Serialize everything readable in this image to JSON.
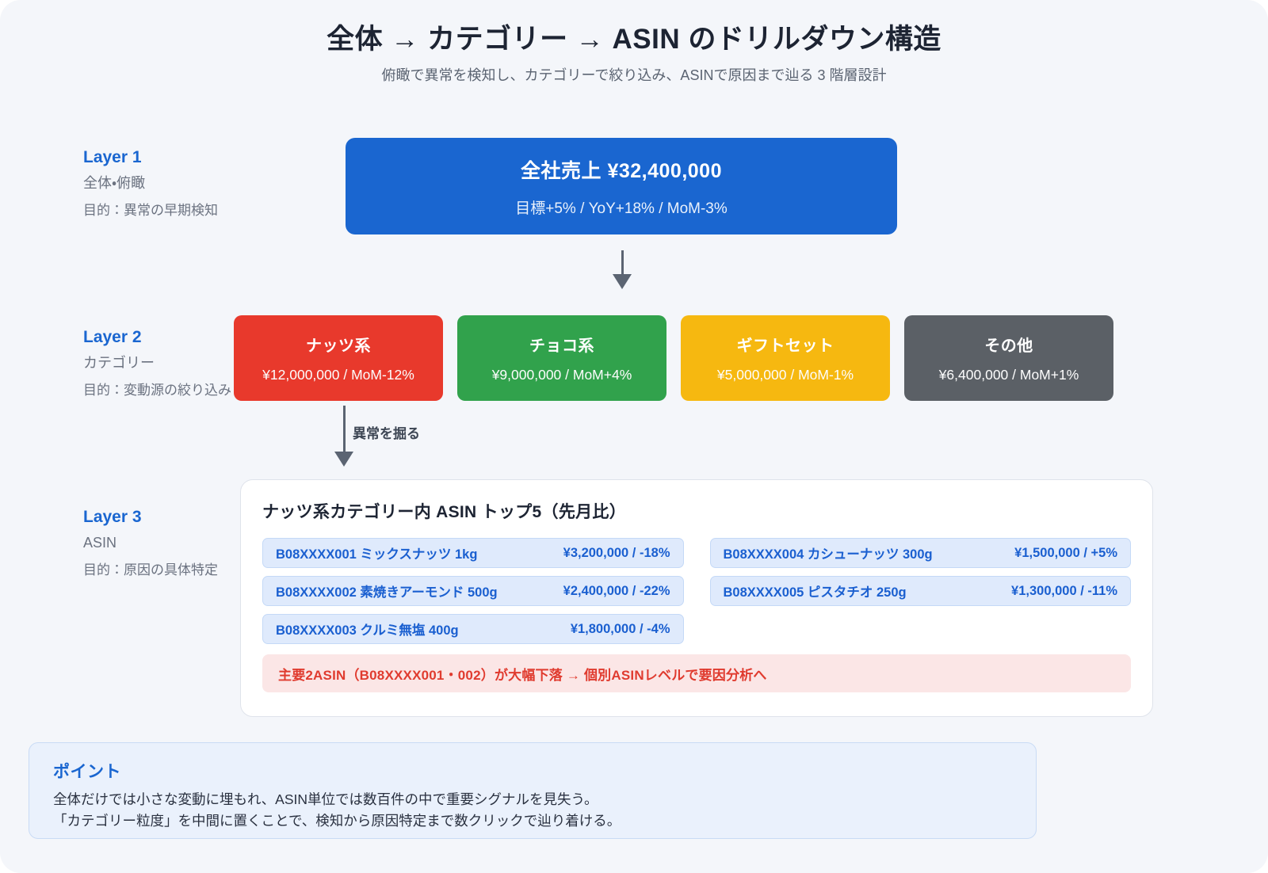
{
  "header": {
    "title": "全体 → カテゴリー → ASIN のドリルダウン構造",
    "subtitle": "俯瞰で異常を検知し、カテゴリーで絞り込み、ASINで原因まで辿る 3 階層設計"
  },
  "layers": {
    "l1": {
      "name": "Layer 1",
      "scope": "全体・俯瞰",
      "purpose": "目的：異常の早期検知"
    },
    "l2": {
      "name": "Layer 2",
      "scope": "カテゴリー",
      "purpose": "目的：変動源の絞り込み"
    },
    "l3": {
      "name": "Layer 3",
      "scope": "ASIN",
      "purpose": "目的：原因の具体特定"
    }
  },
  "layer1_box": {
    "title": "全社売上 ¥32,400,000",
    "metrics": "目標+5% / YoY+18% / MoM-3%",
    "color": "#1a66d0"
  },
  "arrow2_label": "異常を掘る",
  "categories": [
    {
      "name": "ナッツ系",
      "metrics": "¥12,000,000 / MoM-12%",
      "color": "#e8392c"
    },
    {
      "name": "チョコ系",
      "metrics": "¥9,000,000 / MoM+4%",
      "color": "#31a24c"
    },
    {
      "name": "ギフトセット",
      "metrics": "¥5,000,000 / MoM-1%",
      "color": "#f6b810"
    },
    {
      "name": "その他",
      "metrics": "¥6,400,000 / MoM+1%",
      "color": "#5b6066"
    }
  ],
  "layer3_card": {
    "title": "ナッツ系カテゴリー内 ASIN トップ5（先月比）",
    "asins": [
      {
        "label": "B08XXXX001 ミックスナッツ 1kg",
        "metric": "¥3,200,000 / -18%"
      },
      {
        "label": "B08XXXX004 カシューナッツ 300g",
        "metric": "¥1,500,000 / +5%"
      },
      {
        "label": "B08XXXX002 素焼きアーモンド 500g",
        "metric": "¥2,400,000 / -22%"
      },
      {
        "label": "B08XXXX005 ピスタチオ 250g",
        "metric": "¥1,300,000 / -11%"
      },
      {
        "label": "B08XXXX003 クルミ無塩 400g",
        "metric": "¥1,800,000 / -4%"
      }
    ],
    "alert": "主要2ASIN（B08XXXX001・002）が大幅下落 → 個別ASINレベルで要因分析へ",
    "alert_color": "#e03b2f"
  },
  "point_box": {
    "title": "ポイント",
    "line1": "全体だけでは小さな変動に埋もれ、ASIN単位では数百件の中で重要シグナルを見失う。",
    "line2": "「カテゴリー粒度」を中間に置くことで、検知から原因特定まで数クリックで辿り着ける。",
    "accent": "#1a66d0"
  }
}
